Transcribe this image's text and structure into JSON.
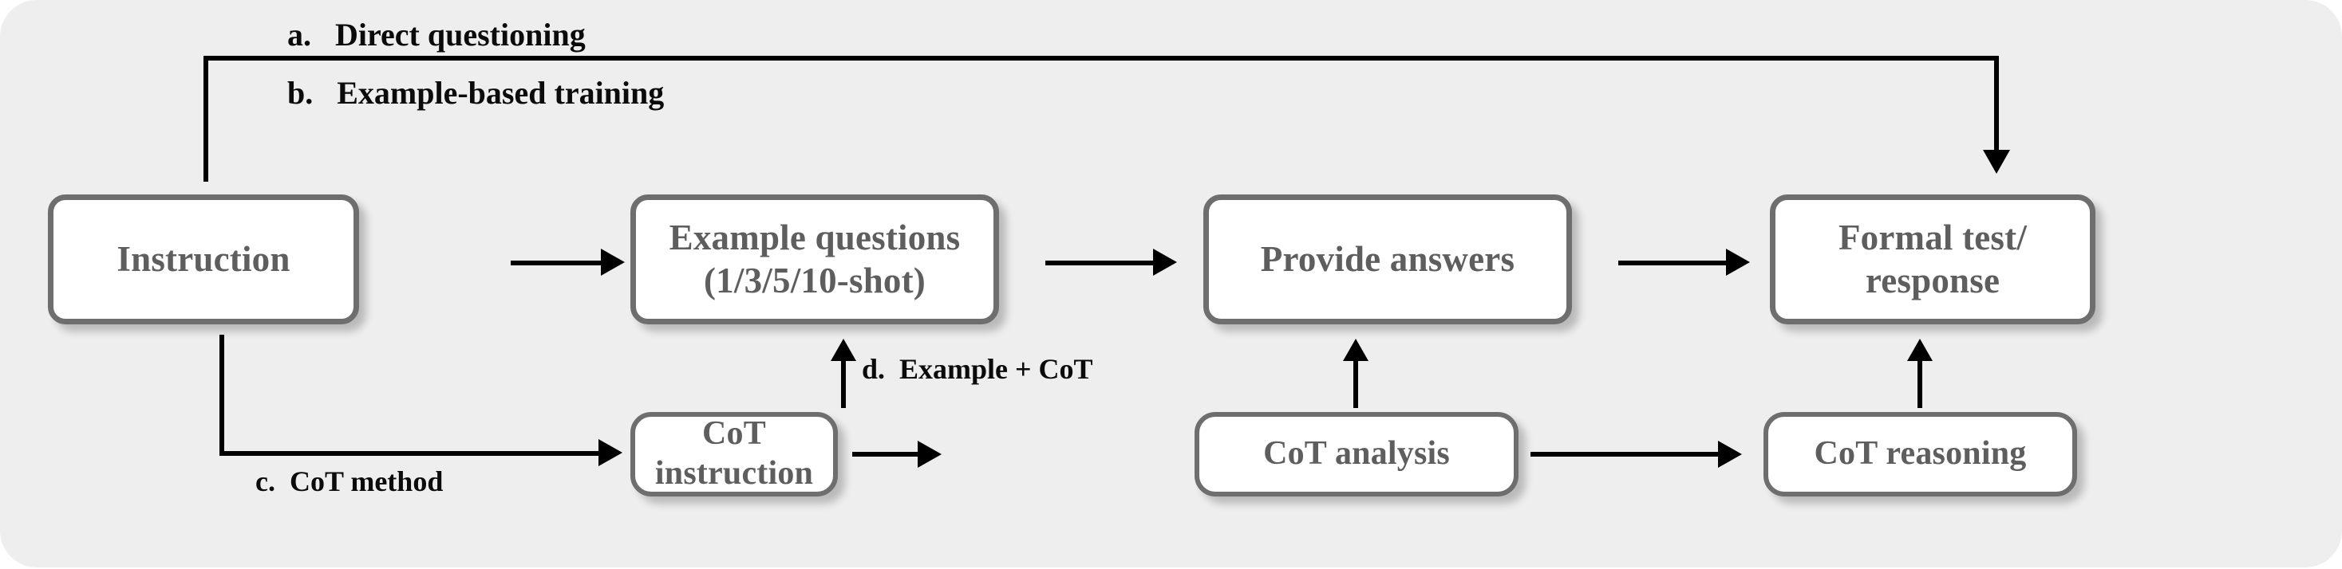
{
  "diagram": {
    "background_color": "#eeeeee",
    "node_border_color": "#6e6e6e",
    "node_text_color": "#5e5e5e",
    "connector_color": "#000000",
    "nodes": {
      "instruction": {
        "label": "Instruction"
      },
      "example_questions": {
        "line1": "Example questions",
        "line2": "(1/3/5/10-shot)"
      },
      "provide_answers": {
        "label": "Provide answers"
      },
      "formal_test": {
        "line1": "Formal test/",
        "line2": "response"
      },
      "cot_instruction": {
        "label": "CoT instruction"
      },
      "cot_analysis": {
        "label": "CoT analysis"
      },
      "cot_reasoning": {
        "label": "CoT reasoning"
      }
    },
    "path_labels": {
      "a": "a.   Direct questioning",
      "b": "b.   Example-based training",
      "c": "c.  CoT method",
      "d": "d.  Example + CoT"
    }
  }
}
